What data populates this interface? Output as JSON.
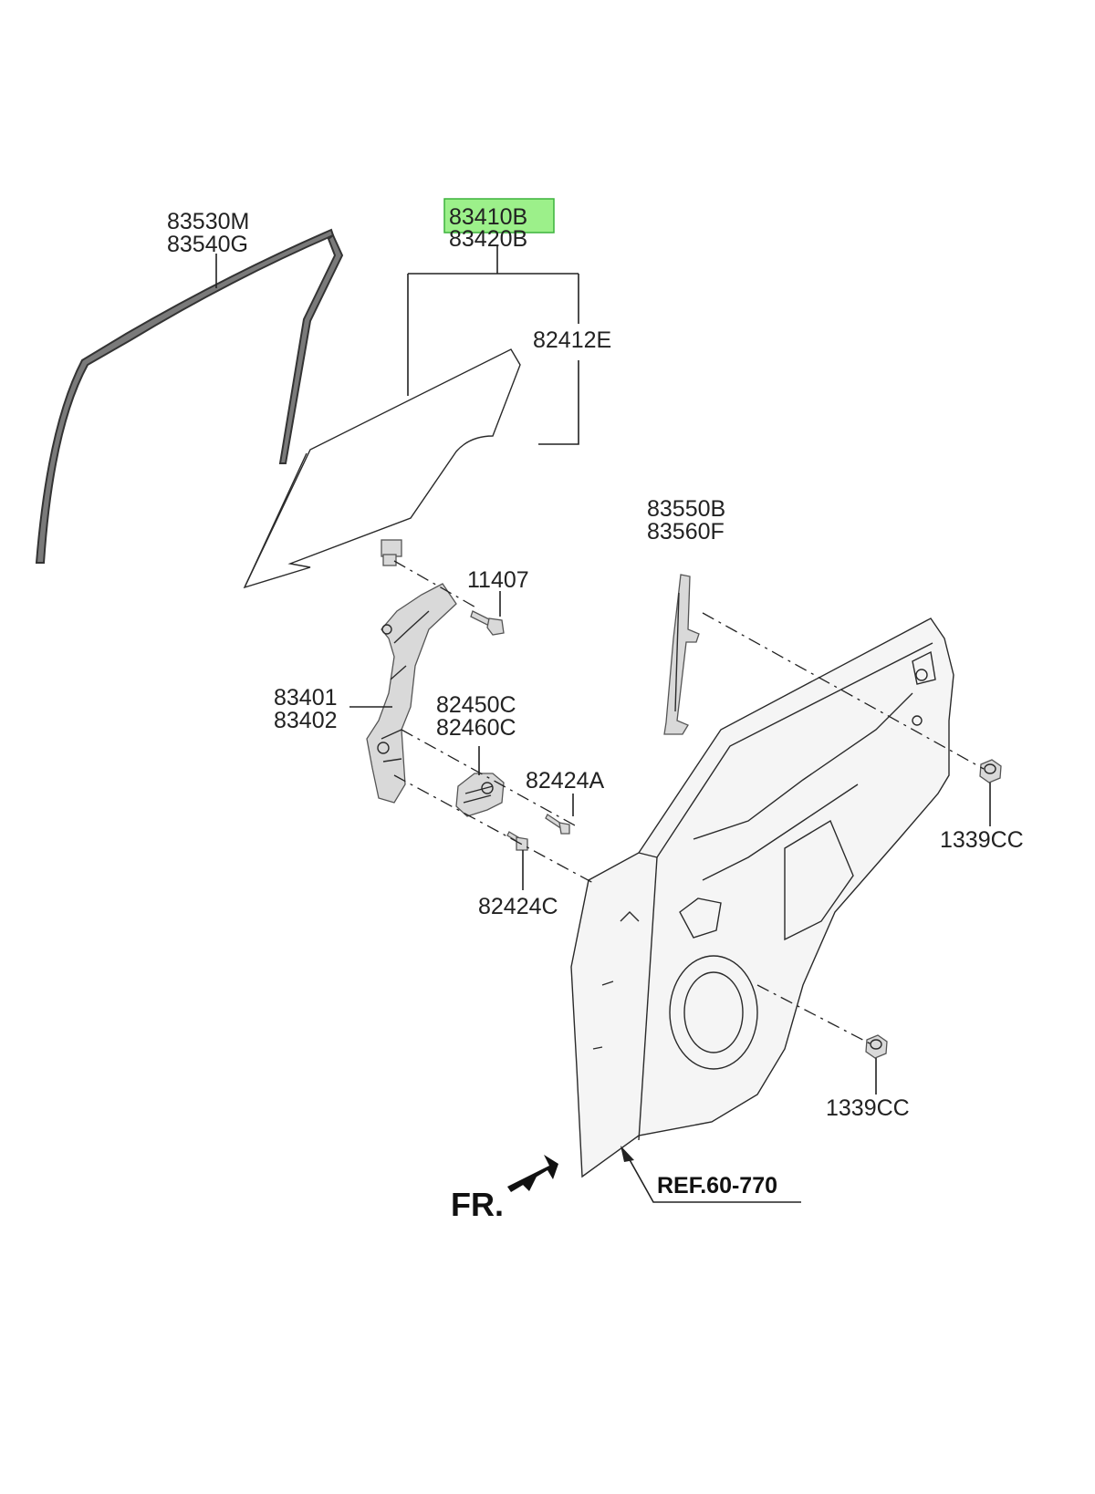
{
  "labels": {
    "weatherstrip_1": "83530M",
    "weatherstrip_2": "83540G",
    "glass_1": "83410B",
    "glass_2": "83420B",
    "glass_clip": "82412E",
    "bolt": "11407",
    "regulator_1": "83401",
    "regulator_2": "83402",
    "motor_1": "82450C",
    "motor_2": "82460C",
    "screw_a": "82424A",
    "screw_c": "82424C",
    "channel_1": "83550B",
    "channel_2": "83560F",
    "nut_upper": "1339CC",
    "nut_lower": "1339CC",
    "reference": "REF.60-770",
    "front_marker": "FR."
  },
  "colors": {
    "highlight_fill": "#9cf08a",
    "highlight_stroke": "#3cb33c",
    "line": "#222222",
    "part_gray": "#d9d9d9"
  },
  "highlighted_part": "83410B"
}
